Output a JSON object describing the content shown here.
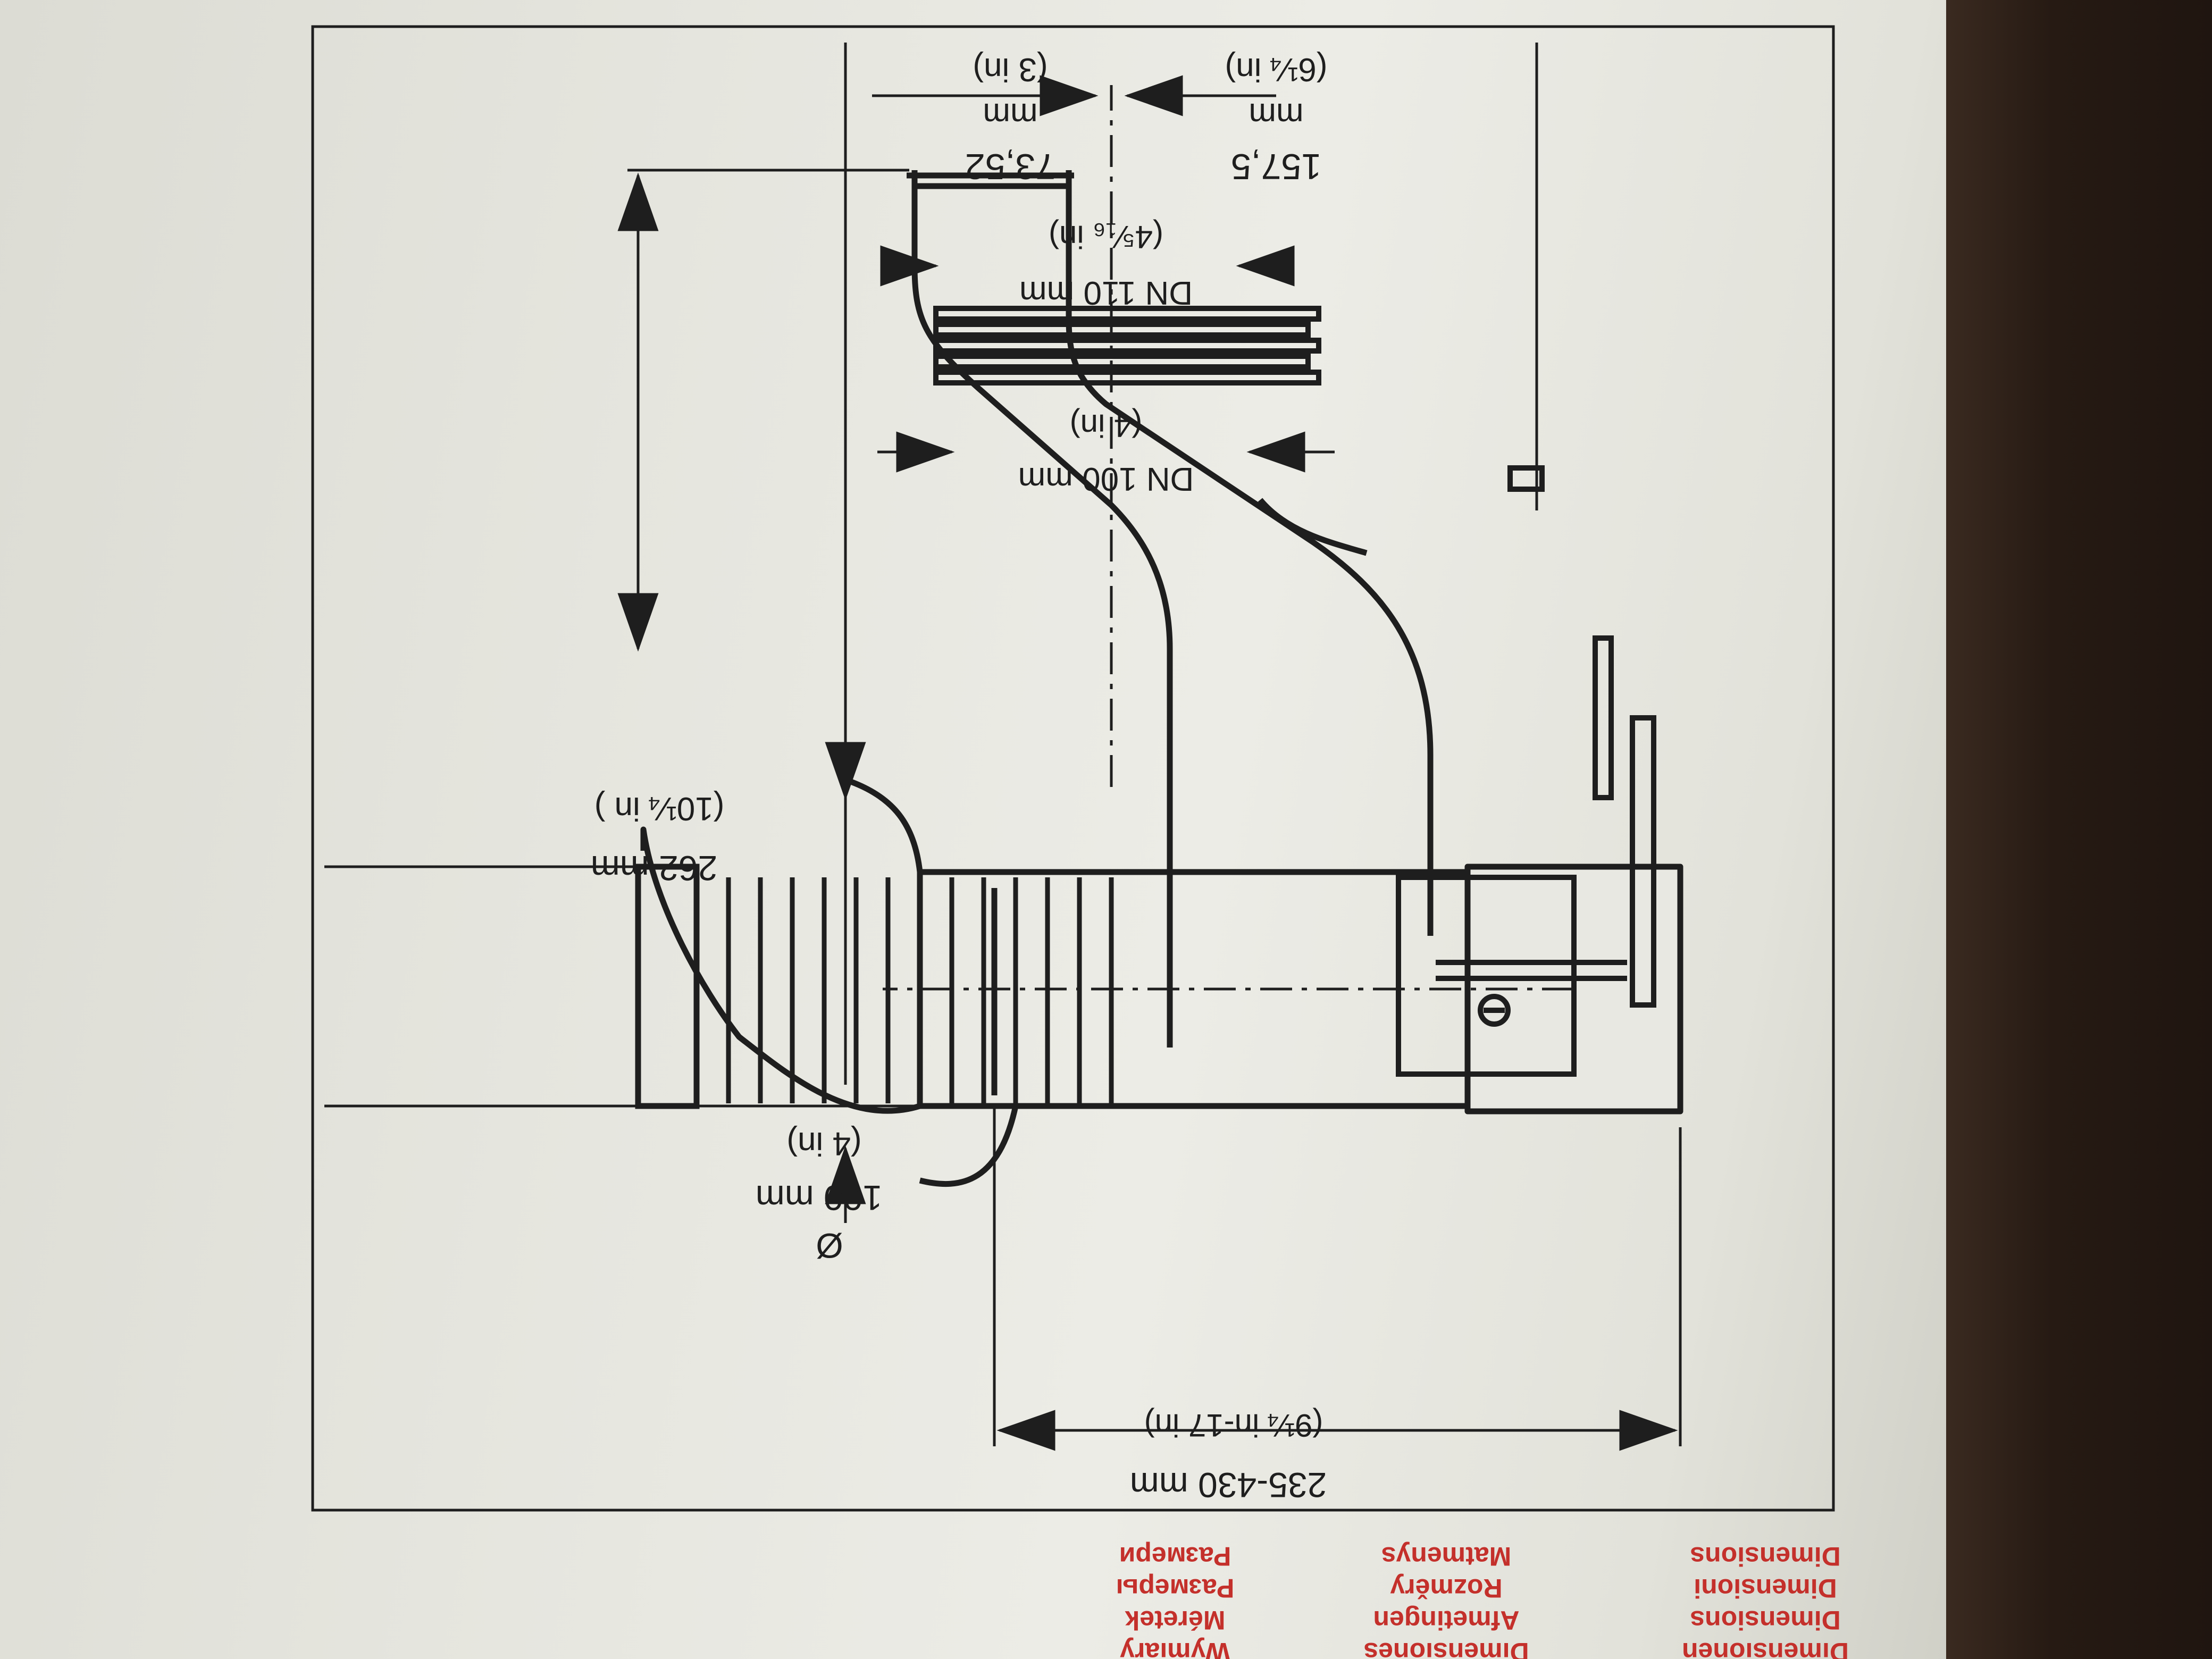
{
  "dimensions": {
    "overall_length_mm": "235-430 mm",
    "overall_length_in": "(9¼ in-17 in)",
    "inlet_dia_symbol": "Ø",
    "inlet_dia_mm": "100 mm",
    "inlet_dia_in": "(4 in)",
    "height_mm": "262 mm",
    "height_in": "(10¼ in )",
    "dn100_mm": "DN 100 mm",
    "dn100_in": "(4 in)",
    "dn110_mm": "DN 110 mm",
    "dn110_in": "(4⁵⁄₁₆ in)",
    "offset_a_value": "73,52",
    "offset_a_unit": "mm",
    "offset_a_in": "(3 in)",
    "offset_b_value": "157,5",
    "offset_b_unit": "mm",
    "offset_b_in": "(6¼ in)"
  },
  "heading_labels": {
    "col1": [
      "Dimensionen",
      "Dimensions",
      "Dimensioni",
      "Dimensions"
    ],
    "col2": [
      "Dimensiones",
      "Afmetingen",
      "Rozměry",
      "Matmenys"
    ],
    "col3": [
      "Wymiary",
      "Méretek",
      "Размеры",
      "Размеpи"
    ]
  },
  "colors": {
    "ink": "#1e1e1e",
    "heading_red": "#c4302b",
    "paper": "#e8e8e2"
  }
}
